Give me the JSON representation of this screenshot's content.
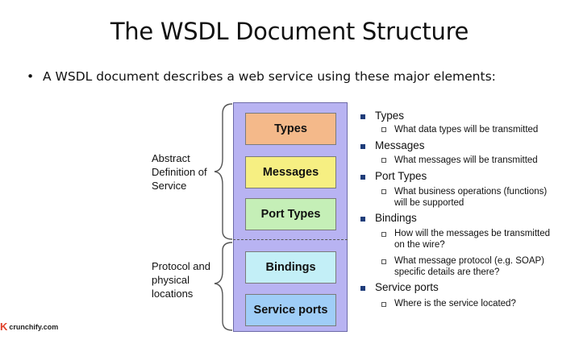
{
  "title": "The WSDL Document Structure",
  "intro": {
    "bullet": "•",
    "text": "A WSDL document describes a web service using these major elements:"
  },
  "stack": {
    "boxes": [
      {
        "label": "Types",
        "color": "#f4b98a"
      },
      {
        "label": "Messages",
        "color": "#f6ef82"
      },
      {
        "label": "Port Types",
        "color": "#c5efb7"
      },
      {
        "label": "Bindings",
        "color": "#c3eff7"
      },
      {
        "label": "Service ports",
        "color": "#9fcdf7"
      }
    ],
    "background": "#b8b3f2"
  },
  "groups": {
    "abstract": [
      "Abstract",
      "Definition of",
      "Service"
    ],
    "protocol": [
      "Protocol and",
      "physical",
      "locations"
    ]
  },
  "list": [
    {
      "label": "Types",
      "subs": [
        [
          "What data types will be transmitted"
        ]
      ]
    },
    {
      "label": "Messages",
      "subs": [
        [
          "What messages will be transmitted"
        ]
      ]
    },
    {
      "label": "Port Types",
      "subs": [
        [
          "What business operations (functions)",
          "will be supported"
        ]
      ]
    },
    {
      "label": "Bindings",
      "subs": [
        [
          "How will the messages be transmitted",
          "on the wire?"
        ],
        [
          "What message protocol (e.g. SOAP)",
          "specific details are there?"
        ]
      ]
    },
    {
      "label": "Service ports",
      "subs": [
        [
          "Where is the service located?"
        ]
      ]
    }
  ],
  "logo": {
    "mark": "K",
    "text": "crunchify.com"
  }
}
